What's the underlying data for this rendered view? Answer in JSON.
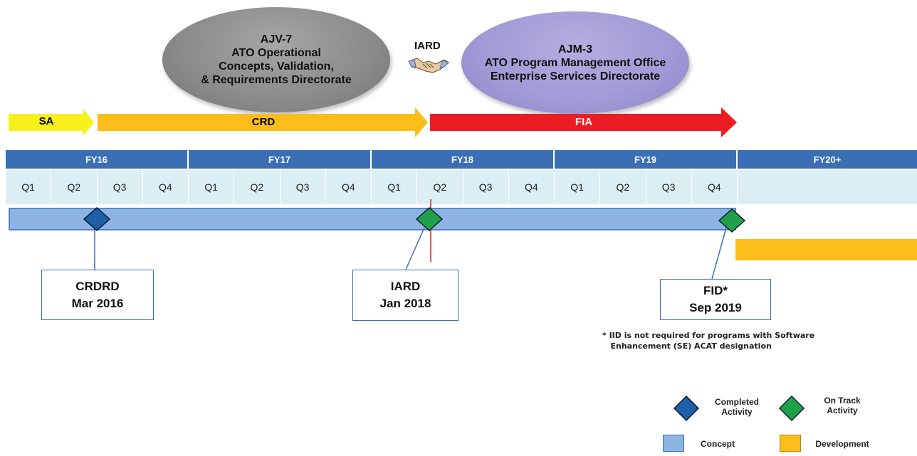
{
  "header": {
    "left_org": {
      "code": "AJV-7",
      "line1": "ATO Operational",
      "line2": "Concepts, Validation,",
      "line3": "& Requirements Directorate"
    },
    "right_org": {
      "code": "AJM-3",
      "line1": "ATO Program Management Office",
      "line2": "Enterprise Services Directorate"
    },
    "handoff_label": "IARD"
  },
  "phases": [
    {
      "label": "SA",
      "color": "#f7f01c"
    },
    {
      "label": "CRD",
      "color": "#fbbd1a"
    },
    {
      "label": "FIA",
      "color": "#ec1c24"
    }
  ],
  "fiscal_years": [
    "FY16",
    "FY17",
    "FY18",
    "FY19",
    "FY20+"
  ],
  "quarters": [
    "Q1",
    "Q2",
    "Q3",
    "Q4",
    "Q1",
    "Q2",
    "Q3",
    "Q4",
    "Q1",
    "Q2",
    "Q3",
    "Q4",
    "Q1",
    "Q2",
    "Q3",
    "Q4"
  ],
  "milestones": [
    {
      "line1": "CRDRD",
      "line2": "Mar 2016",
      "status": "completed"
    },
    {
      "line1": "IARD",
      "line2": "Jan 2018",
      "status": "on-track"
    },
    {
      "line1": "FID*",
      "line2": "Sep 2019",
      "status": "on-track"
    }
  ],
  "footnote": "* IID is not required for programs with Software\n   Enhancement (SE) ACAT designation",
  "legend": {
    "completed": "Completed\nActivity",
    "on_track": "On Track\nActivity",
    "concept": "Concept",
    "development": "Development"
  },
  "colors": {
    "completed": "#1f5fa8",
    "on_track": "#1fa14a",
    "concept": "#8db4e2",
    "development": "#fbbd1a",
    "header_blue": "#3a6fb5",
    "quarter_bg": "#dbeef4",
    "divider": "#d62027"
  }
}
